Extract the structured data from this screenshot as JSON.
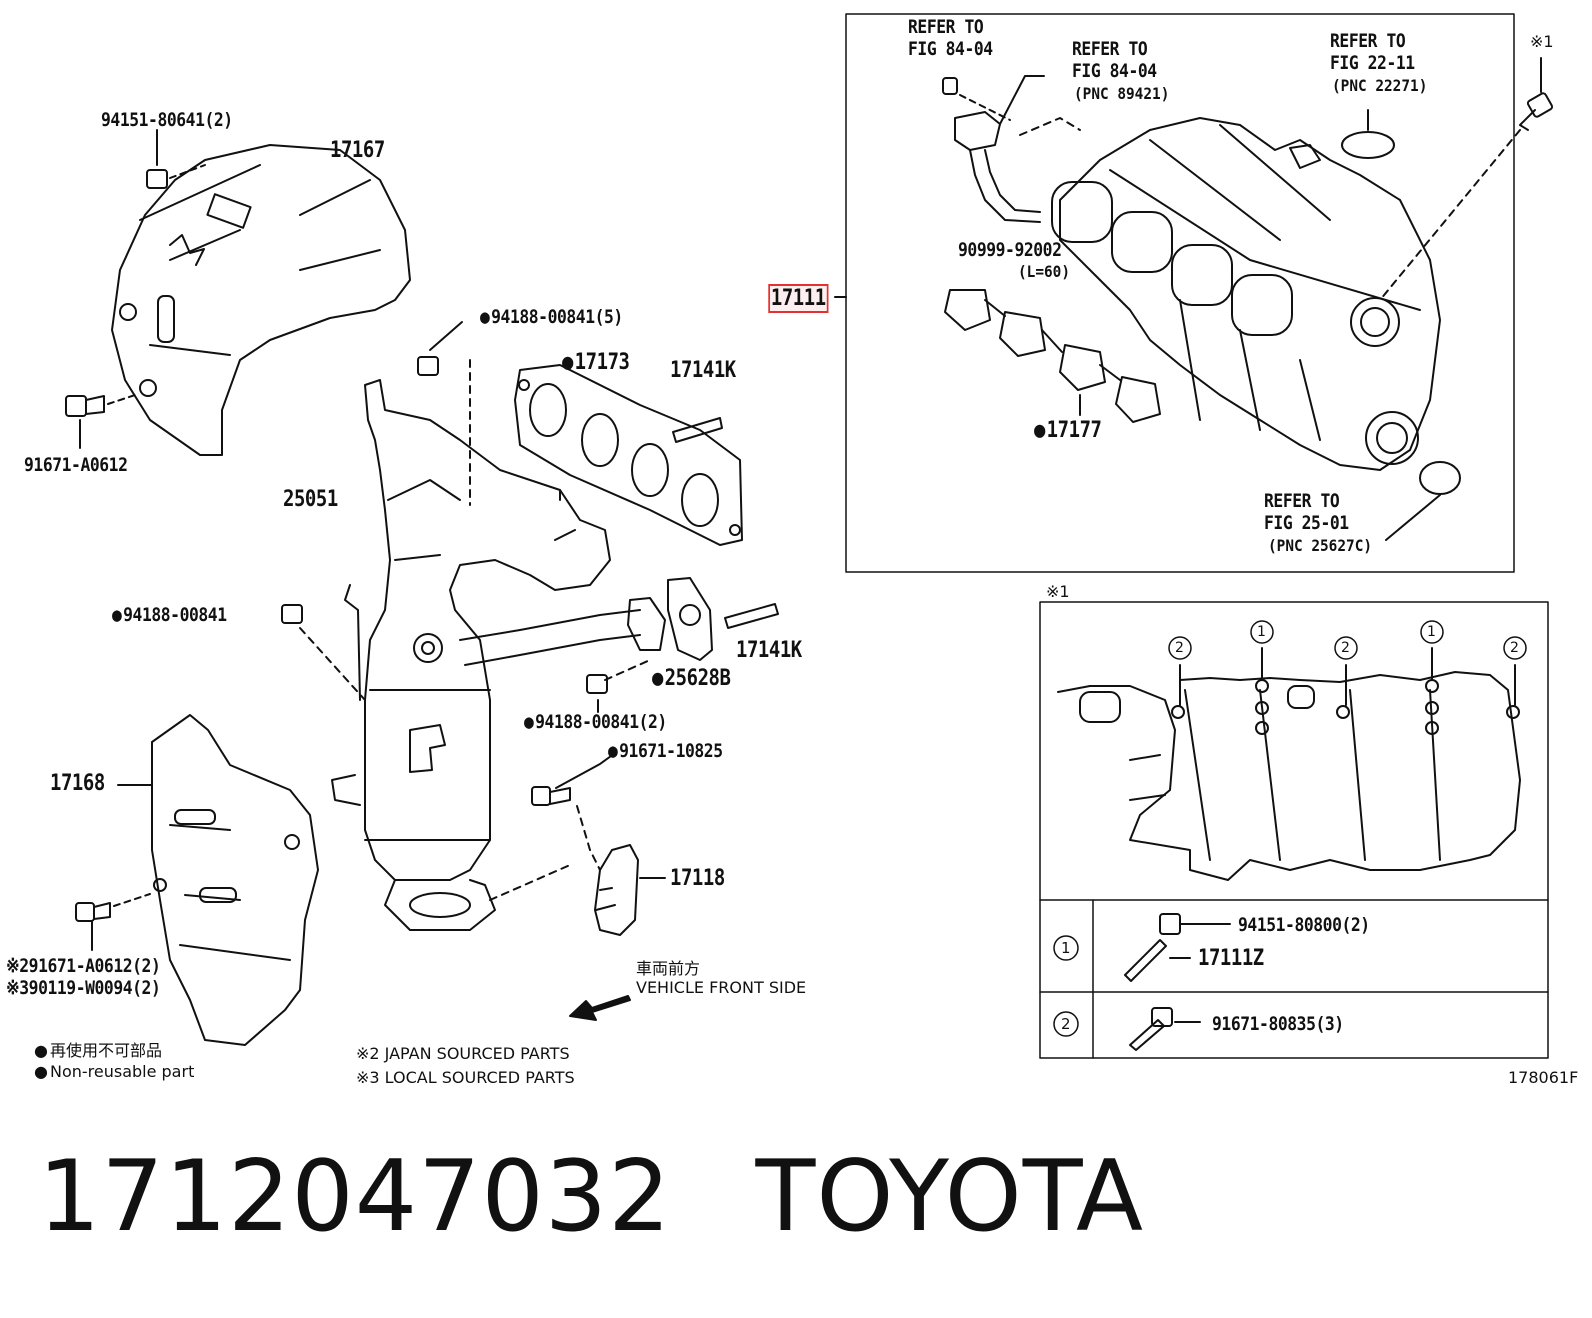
{
  "callouts": {
    "p94151_80641": "94151-80641(2)",
    "p17167": "17167",
    "p91671_A0612": "91671-A0612",
    "p94188_00841_5": "94188-00841(5)",
    "p17173": "17173",
    "p17141K_a": "17141K",
    "p25051": "25051",
    "p94188_00841": "94188-00841",
    "p17141K_b": "17141K",
    "p25628B": "25628B",
    "p94188_00841_2": "94188-00841(2)",
    "p91671_10825": "91671-10825",
    "p17168": "17168",
    "p17118": "17118",
    "p91671_A0612_2": "※291671-A0612(2)",
    "p90119_W0094": "※390119-W0094(2)",
    "p17111": "17111",
    "p90999_92002": "90999-92002",
    "p90999_len": "(L=60)",
    "p17177": "17177",
    "ref1_a": "REFER TO",
    "ref1_b": "FIG 84-04",
    "ref2_a": "REFER TO",
    "ref2_b": "FIG 84-04",
    "ref2_c": "(PNC 89421)",
    "ref3_a": "REFER TO",
    "ref3_b": "FIG 22-11",
    "ref3_c": "(PNC 22271)",
    "ref4_a": "REFER TO",
    "ref4_b": "FIG 25-01",
    "ref4_c": "(PNC 25627C)",
    "mark1_top": "※1",
    "mark1_box": "※1",
    "p94151_80800": "94151-80800(2)",
    "p17111Z": "17111Z",
    "p91671_80835": "91671-80835(3)",
    "circle1": "1",
    "circle2": "2"
  },
  "notes": {
    "front_jp": "車両前方",
    "front_en": "VEHICLE FRONT SIDE",
    "nonreuse_jp": "再使用不可部品",
    "nonreuse_en": "Non-reusable part",
    "japan": "※2 JAPAN SOURCED PARTS",
    "local": "※3 LOCAL SOURCED PARTS",
    "fig_code": "178061F"
  },
  "title": {
    "part_number": "1712047032",
    "brand": "TOYOTA"
  },
  "colors": {
    "line": "#111111",
    "highlight": "#e53030"
  }
}
